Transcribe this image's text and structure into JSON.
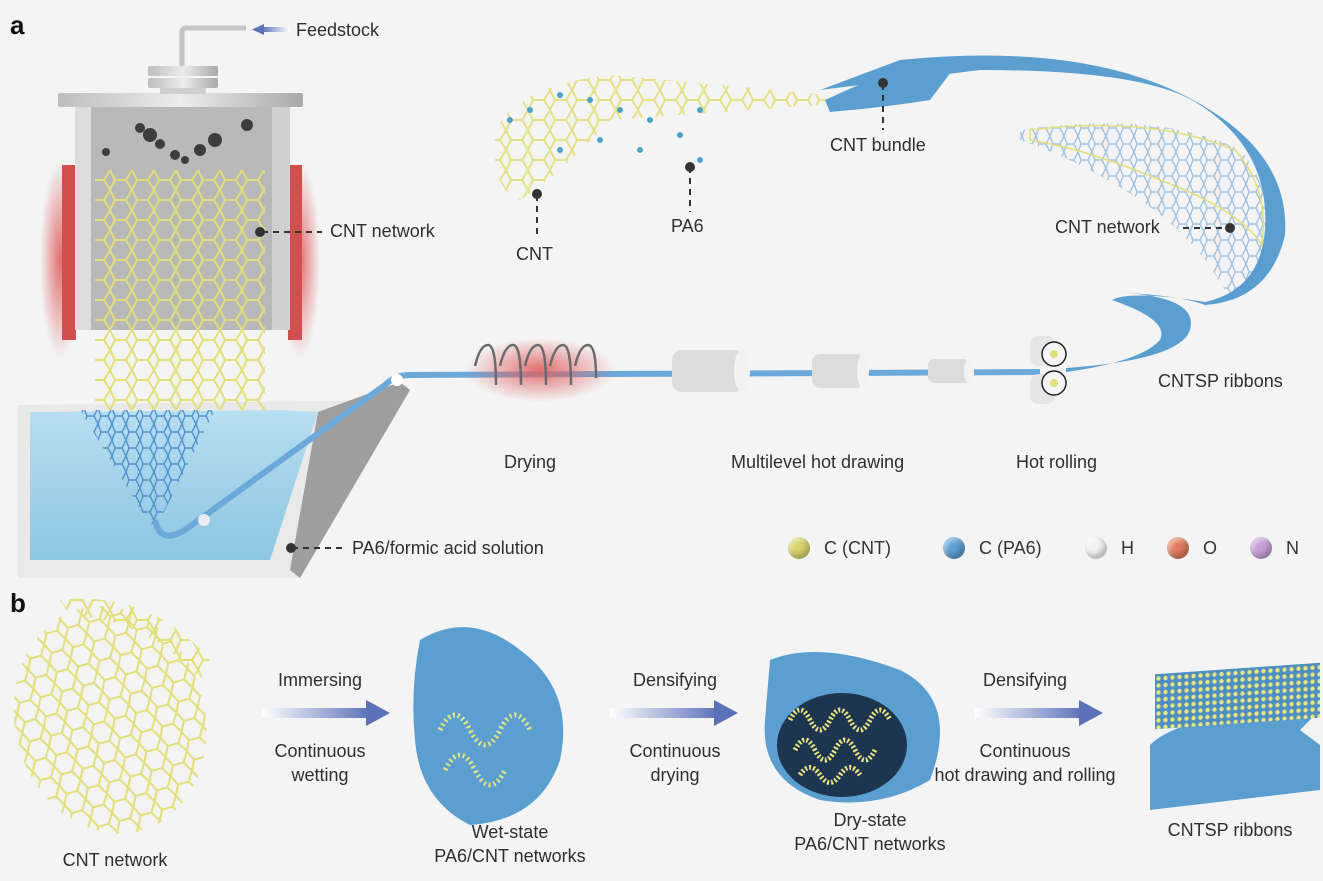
{
  "panel_a": {
    "letter": "a",
    "labels": {
      "feedstock": "Feedstock",
      "cnt_network_furnace": "CNT network",
      "cnt": "CNT",
      "pa6": "PA6",
      "cnt_bundle": "CNT bundle",
      "cnt_network_ribbon": "CNT network",
      "cntsp_ribbons": "CNTSP ribbons",
      "drying": "Drying",
      "multilevel_hot_drawing": "Multilevel hot drawing",
      "hot_rolling": "Hot rolling",
      "solution": "PA6/formic acid solution"
    },
    "legend": [
      {
        "label": "C (CNT)",
        "color": "#d8d36a"
      },
      {
        "label": "C (PA6)",
        "color": "#5b9fd1"
      },
      {
        "label": "H",
        "color": "#f2f2f2"
      },
      {
        "label": "O",
        "color": "#e07b5e"
      },
      {
        "label": "N",
        "color": "#c79fd6"
      }
    ]
  },
  "panel_b": {
    "letter": "b",
    "stages": [
      {
        "label_line1": "CNT network",
        "label_line2": ""
      },
      {
        "label_line1": "Wet-state",
        "label_line2": "PA6/CNT networks"
      },
      {
        "label_line1": "Dry-state",
        "label_line2": "PA6/CNT networks"
      },
      {
        "label_line1": "CNTSP ribbons",
        "label_line2": ""
      }
    ],
    "arrows": [
      {
        "top": "Immersing",
        "bottom_line1": "Continuous",
        "bottom_line2": "wetting"
      },
      {
        "top": "Densifying",
        "bottom_line1": "Continuous",
        "bottom_line2": "drying"
      },
      {
        "top": "Densifying",
        "bottom_line1": "Continuous",
        "bottom_line2": "hot drawing and rolling"
      }
    ]
  },
  "colors": {
    "background": "#f4f4f4",
    "cnt_yellow": "#e3df7a",
    "pa6_blue": "#5b9fd1",
    "solution_blue": "#9fd0e8",
    "heater_red": "#d95454",
    "arrow_blue": "#5b72b8"
  }
}
